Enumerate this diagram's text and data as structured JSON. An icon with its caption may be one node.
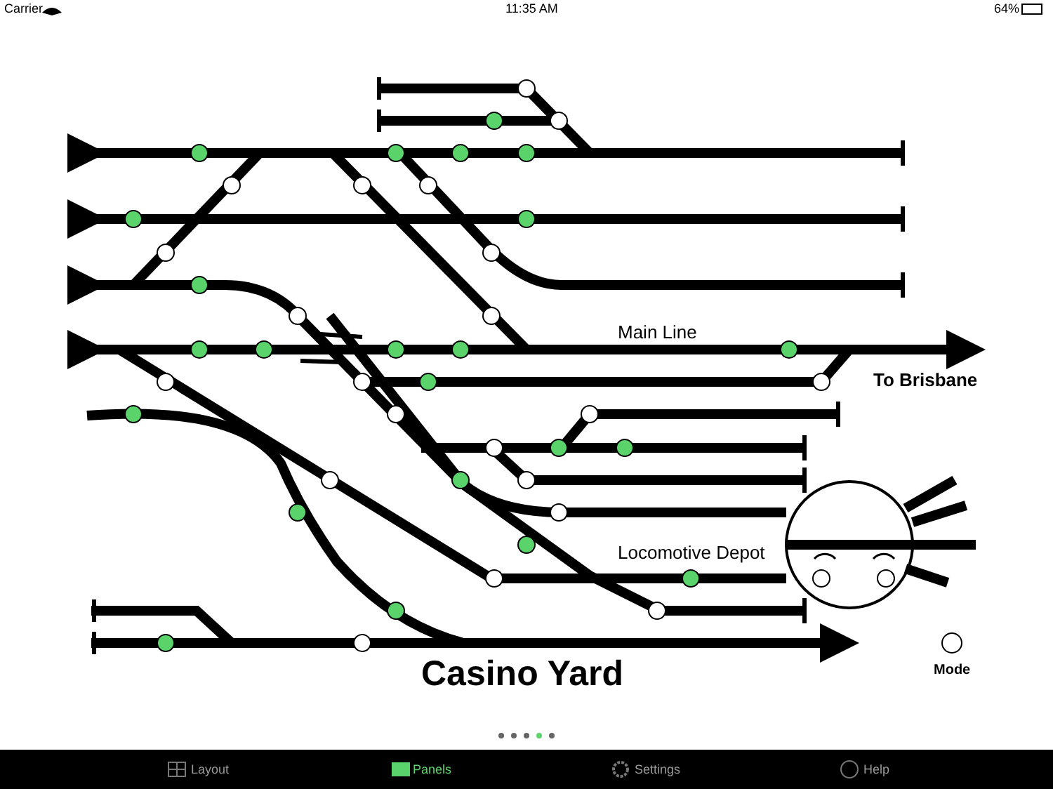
{
  "diagram": {
    "title": "Casino Yard",
    "labels": [
      "Carrier",
      "11:35 AM",
      "64%",
      "Main Line",
      "To Brisbane",
      "Locomotive Depot",
      "Mode",
      "Layout",
      "Panels",
      "Settings",
      "Help"
    ]
  }
}
